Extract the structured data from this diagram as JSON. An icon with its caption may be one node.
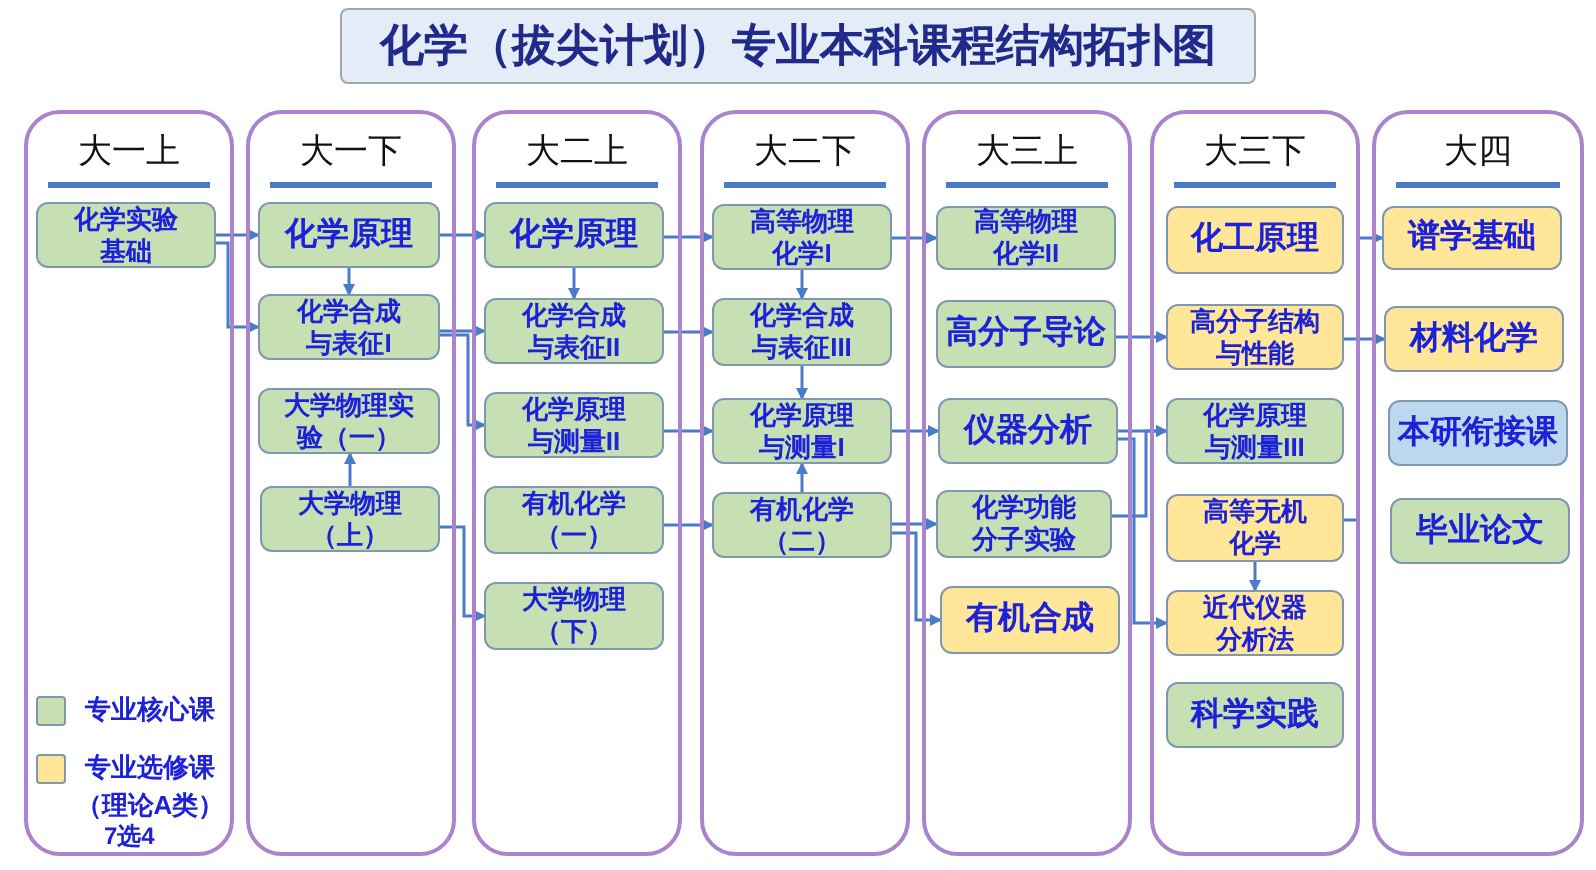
{
  "diagram": {
    "title": "化学（拔尖计划）专业本科课程结构拓扑图",
    "nodes": [
      {
        "text": [
          "大一上"
        ]
      },
      {
        "text": [
          "大一下"
        ]
      },
      {
        "text": [
          "大二上"
        ]
      },
      {
        "text": [
          "大二下"
        ]
      },
      {
        "text": [
          "大三上"
        ]
      },
      {
        "text": [
          "大三下"
        ]
      },
      {
        "text": [
          "大四"
        ]
      },
      {
        "text": [
          "化学实验基础"
        ],
        "in": 0
      },
      {
        "text": [
          "化学原理"
        ],
        "in": 1
      },
      {
        "text": [
          "化学合成与表征I"
        ],
        "in": 1
      },
      {
        "text": [
          "大学物理实验（一）"
        ],
        "in": 1
      },
      {
        "text": [
          "大学物理（上）"
        ],
        "in": 1
      },
      {
        "text": [
          "化学原理"
        ],
        "in": 2
      },
      {
        "text": [
          "化学合成与表征II"
        ],
        "in": 2
      },
      {
        "text": [
          "化学原理与测量II"
        ],
        "in": 2
      },
      {
        "text": [
          "有机化学（一）"
        ],
        "in": 2
      },
      {
        "text": [
          "大学物理（下）"
        ],
        "in": 2
      },
      {
        "text": [
          "高等物理化学I"
        ],
        "in": 3
      },
      {
        "text": [
          "化学合成与表征III"
        ],
        "in": 3
      },
      {
        "text": [
          "化学原理与测量I"
        ],
        "in": 3
      },
      {
        "text": [
          "有机化学（二）"
        ],
        "in": 3
      },
      {
        "text": [
          "高等物理化学II"
        ],
        "in": 4
      },
      {
        "text": [
          "高分子导论"
        ],
        "in": 4
      },
      {
        "text": [
          "仪器分析"
        ],
        "in": 4
      },
      {
        "text": [
          "化学功能分子实验"
        ],
        "in": 4
      },
      {
        "text": [
          "有机合成"
        ],
        "in": 4
      },
      {
        "text": [
          "化工原理"
        ],
        "in": 5
      },
      {
        "text": [
          "高分子结构与性能"
        ],
        "in": 5
      },
      {
        "text": [
          "化学原理与测量III"
        ],
        "in": 5
      },
      {
        "text": [
          "高等无机化学"
        ],
        "in": 5
      },
      {
        "text": [
          "近代仪器分析法"
        ],
        "in": 5
      },
      {
        "text": [
          "科学实践"
        ],
        "in": 5
      },
      {
        "text": [
          "谱学基础"
        ],
        "in": 6
      },
      {
        "text": [
          "材料化学"
        ],
        "in": 6
      },
      {
        "text": [
          "本研衔接课"
        ],
        "in": 6
      },
      {
        "text": [
          "毕业论文"
        ],
        "in": 6
      }
    ],
    "edges": [
      {
        "from": 7,
        "to": 8,
        "arrow": "to"
      },
      {
        "from": 7,
        "to": 9,
        "arrow": "to"
      },
      {
        "from": 8,
        "to": 9,
        "arrow": "to"
      },
      {
        "from": 8,
        "to": 12,
        "arrow": "to"
      },
      {
        "from": 9,
        "to": 13,
        "arrow": "to"
      },
      {
        "from": 9,
        "to": 14,
        "arrow": "to"
      },
      {
        "from": 11,
        "to": 10,
        "arrow": "to"
      },
      {
        "from": 11,
        "to": 16,
        "arrow": "to"
      },
      {
        "from": 12,
        "to": 13,
        "arrow": "to"
      },
      {
        "from": 12,
        "to": 17,
        "arrow": "to"
      },
      {
        "from": 13,
        "to": 18,
        "arrow": "to"
      },
      {
        "from": 14,
        "to": 19,
        "arrow": "to"
      },
      {
        "from": 15,
        "to": 20,
        "arrow": "to"
      },
      {
        "from": 17,
        "to": 21,
        "arrow": "to"
      },
      {
        "from": 17,
        "to": 18,
        "arrow": "to"
      },
      {
        "from": 18,
        "to": 19,
        "arrow": "to"
      },
      {
        "from": 20,
        "to": 19,
        "arrow": "to"
      },
      {
        "from": 20,
        "to": 24,
        "arrow": "to"
      },
      {
        "from": 20,
        "to": 25,
        "arrow": "to"
      },
      {
        "from": 19,
        "to": 23,
        "arrow": "to"
      },
      {
        "from": 22,
        "to": 27,
        "arrow": "to"
      },
      {
        "from": 23,
        "to": 28,
        "arrow": "to"
      },
      {
        "from": 23,
        "to": 30,
        "arrow": "to"
      },
      {
        "from": 24,
        "to": 28,
        "arrow": "to"
      },
      {
        "from": 29,
        "to": 30,
        "arrow": "to"
      },
      {
        "from": 27,
        "to": 33,
        "arrow": "to"
      },
      {
        "from": 29,
        "to": 32,
        "arrow": "to"
      }
    ],
    "labels": [
      "7选4"
    ],
    "legend": [
      {
        "text": "专业核心课",
        "color": "#c6e0b4"
      },
      {
        "text": "专业选修课（理论A类）",
        "color": "#ffe699"
      }
    ]
  }
}
